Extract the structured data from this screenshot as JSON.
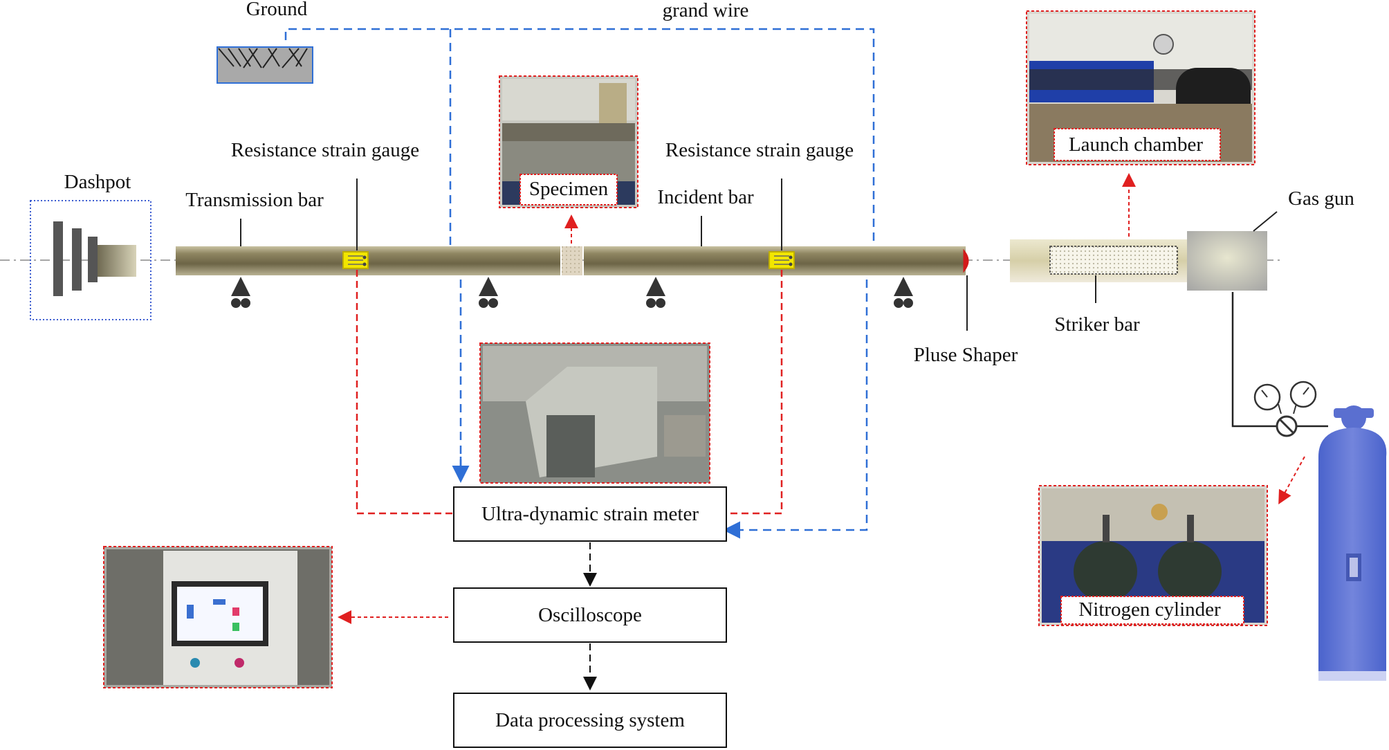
{
  "labels": {
    "ground": "Ground",
    "grand_wire": "grand wire",
    "dashpot": "Dashpot",
    "transmission_bar": "Transmission bar",
    "incident_bar": "Incident bar",
    "gauge_left": "Resistance strain gauge",
    "gauge_right": "Resistance strain gauge",
    "specimen": "Specimen",
    "launch_chamber": "Launch chamber",
    "gas_gun": "Gas gun",
    "striker_bar": "Striker bar",
    "pulse_shaper": "Pluse Shaper",
    "nitrogen_cylinder": "Nitrogen cylinder"
  },
  "boxes": {
    "strain_meter": "Ultra-dynamic strain meter",
    "oscilloscope": "Oscilloscope",
    "data_processing": "Data processing system"
  },
  "colors": {
    "signal_wire": "#e02020",
    "ground_wire": "#2f6fd6",
    "bar": "#8a8060",
    "gauge": "#f2e600",
    "photo_border": "#e02020",
    "cylinder": "#5a6fd0"
  }
}
